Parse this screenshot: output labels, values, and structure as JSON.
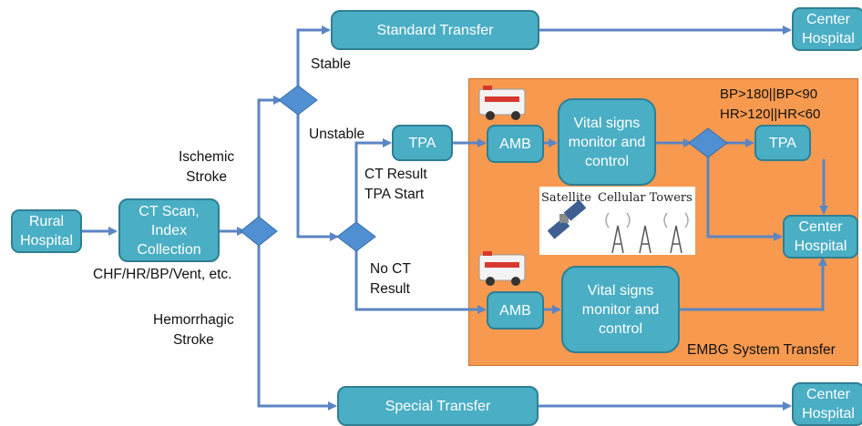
{
  "nodes": {
    "rural_hospital": "Rural\nHospital",
    "ct_scan": "CT Scan,\nIndex\nCollection",
    "standard_transfer": "Standard Transfer",
    "special_transfer": "Special Transfer",
    "center_hospital_top": "Center\nHospital",
    "center_hospital_mid": "Center\nHospital",
    "center_hospital_bottom": "Center\nHospital",
    "tpa_1": "TPA",
    "tpa_2": "TPA",
    "amb_1": "AMB",
    "amb_2": "AMB",
    "vital_1": "Vital signs\nmonitor and\ncontrol",
    "vital_2": "Vital signs\nmonitor and\ncontrol"
  },
  "labels": {
    "stable": "Stable",
    "unstable": "Unstable",
    "ischemic": "Ischemic\nStroke",
    "hemorrhagic": "Hemorrhagic\nStroke",
    "chf": "CHF/HR/BP/Vent, etc.",
    "ct_result": "CT Result\nTPA Start",
    "no_ct": "No CT\nResult",
    "thresholds": "BP>180||BP<90\nHR>120||HR<60",
    "satellite": "Satellite",
    "towers": "Cellular Towers",
    "embg": "EMBG System Transfer"
  },
  "colors": {
    "box_fill": "#4aaec4",
    "box_border": "#2f7f93",
    "arrow": "#5b85c4",
    "panel": "#f79a4f"
  },
  "icons": [
    "ambulance-icon",
    "satellite-icon",
    "cellular-tower-icon"
  ]
}
